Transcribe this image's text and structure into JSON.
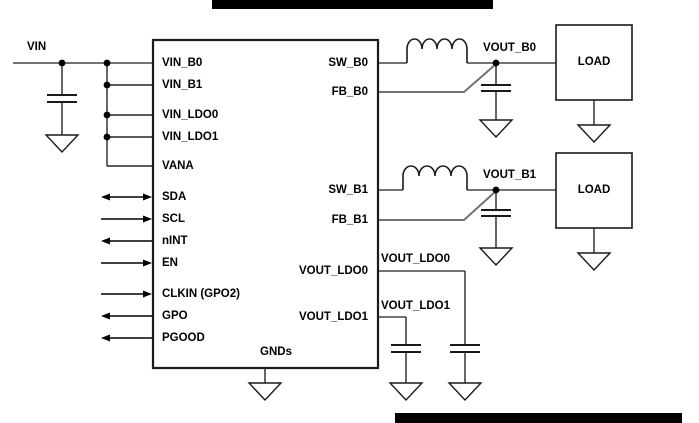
{
  "colors": {
    "net_wire": "#737373",
    "component_stroke": "#1a1a1a",
    "redaction_bar": "#000000",
    "background": "#ffffff"
  },
  "schematic": {
    "input_net": "VIN",
    "ic": {
      "left_pins": [
        "VIN_B0",
        "VIN_B1",
        "VIN_LDO0",
        "VIN_LDO1",
        "VANA",
        "SDA",
        "SCL",
        "nINT",
        "EN",
        "CLKIN (GPO2)",
        "GPO",
        "PGOOD"
      ],
      "right_pins": [
        "SW_B0",
        "FB_B0",
        "SW_B1",
        "FB_B1",
        "VOUT_LDO0",
        "VOUT_LDO1"
      ],
      "ground_pin": "GNDs"
    },
    "output_nets": {
      "b0": "VOUT_B0",
      "b1": "VOUT_B1",
      "ldo0": "VOUT_LDO0",
      "ldo1": "VOUT_LDO1"
    },
    "loads": {
      "b0": "LOAD",
      "b1": "LOAD"
    }
  }
}
